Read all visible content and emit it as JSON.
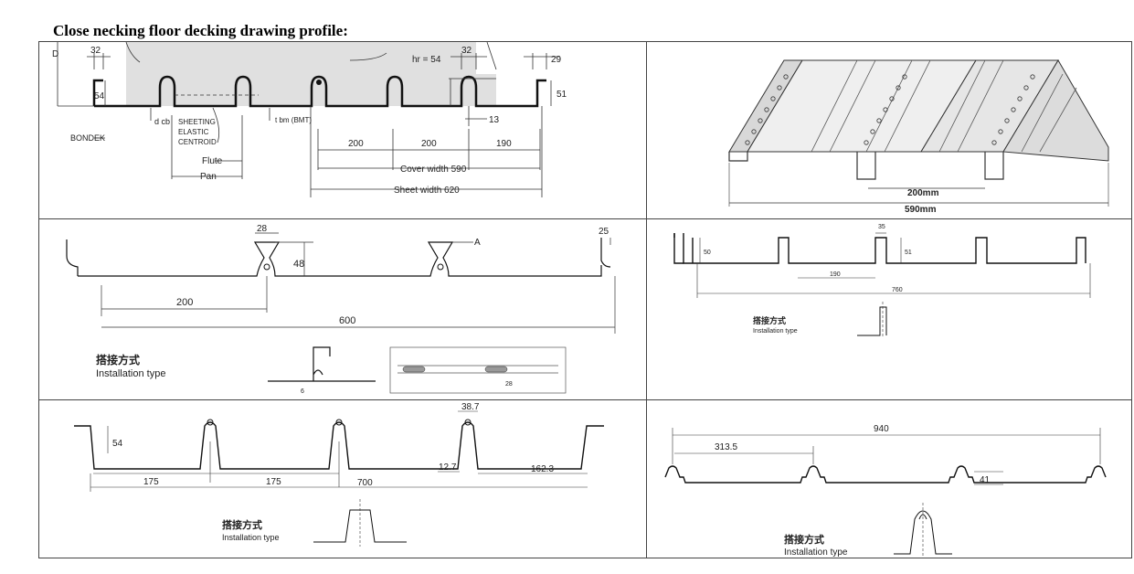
{
  "title": "Close necking floor decking drawing profile:",
  "install_cn": "搭接方式",
  "install_en": "Installation type",
  "p1": {
    "labels": {
      "D": "D",
      "d32a": "32",
      "hr": "hr = 54",
      "d32b": "32",
      "d29": "29",
      "d54": "54",
      "d51": "51",
      "d13": "13",
      "bondek": "BONDEK",
      "dcb": "d cb",
      "sheeting": "SHEETING",
      "elastic": "ELASTIC",
      "centroid": "CENTROID",
      "tbm": "t bm (BMT)",
      "flute": "Flute",
      "pan": "Pan",
      "d200a": "200",
      "d200b": "200",
      "d190": "190",
      "cover": "Cover width 590",
      "sheet": "Sheet width 620"
    }
  },
  "p2": {
    "labels": {
      "d200": "200mm",
      "d590": "590mm"
    }
  },
  "p3": {
    "labels": {
      "d28": "28",
      "d25": "25",
      "d48": "48",
      "A": "A",
      "d200": "200",
      "d600": "600",
      "d6": "6",
      "d28b": "28"
    }
  },
  "p4": {
    "labels": {
      "d35": "35",
      "d50": "50",
      "d51": "51",
      "d190": "190",
      "d760": "760"
    }
  },
  "p5": {
    "labels": {
      "d387": "38.7",
      "d54": "54",
      "d175a": "175",
      "d175b": "175",
      "d127": "12.7",
      "d1623": "162.3",
      "d700": "700"
    }
  },
  "p6": {
    "labels": {
      "d940": "940",
      "d3135": "313.5",
      "d41": "41"
    }
  }
}
